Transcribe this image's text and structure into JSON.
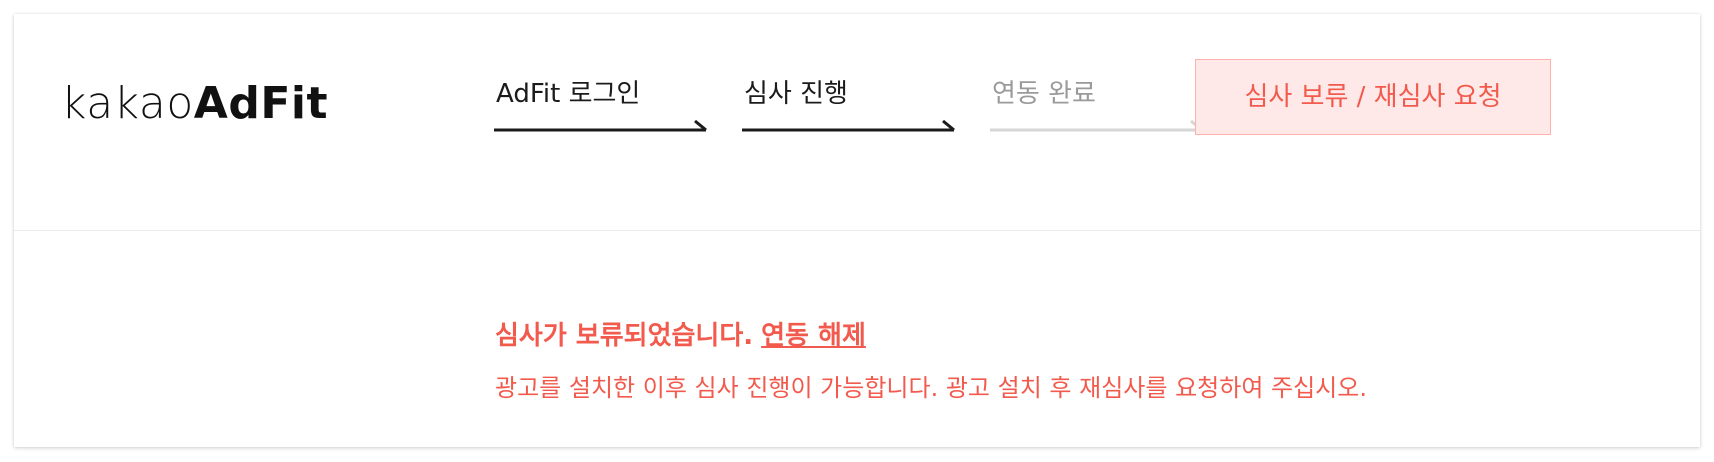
{
  "logo": {
    "prefix": "kakao",
    "suffix": "AdFit"
  },
  "steps": [
    {
      "label": "AdFit 로그인",
      "state": "done"
    },
    {
      "label": "심사 진행",
      "state": "done"
    },
    {
      "label": "연동 완료",
      "state": "pending"
    }
  ],
  "status_button": {
    "label": "심사 보류 / 재심사 요청"
  },
  "message": {
    "title": "심사가 보류되었습니다.",
    "link": "연동 해제",
    "description": "광고를 설치한 이후 심사 진행이 가능합니다. 광고 설치 후 재심사를 요청하여 주십시오."
  },
  "colors": {
    "accent": "#f25a4d",
    "button_bg": "#ffe9e8",
    "button_border": "#ffb1ab",
    "step_active": "#1b1b1b",
    "step_inactive": "#c8c8c8"
  }
}
